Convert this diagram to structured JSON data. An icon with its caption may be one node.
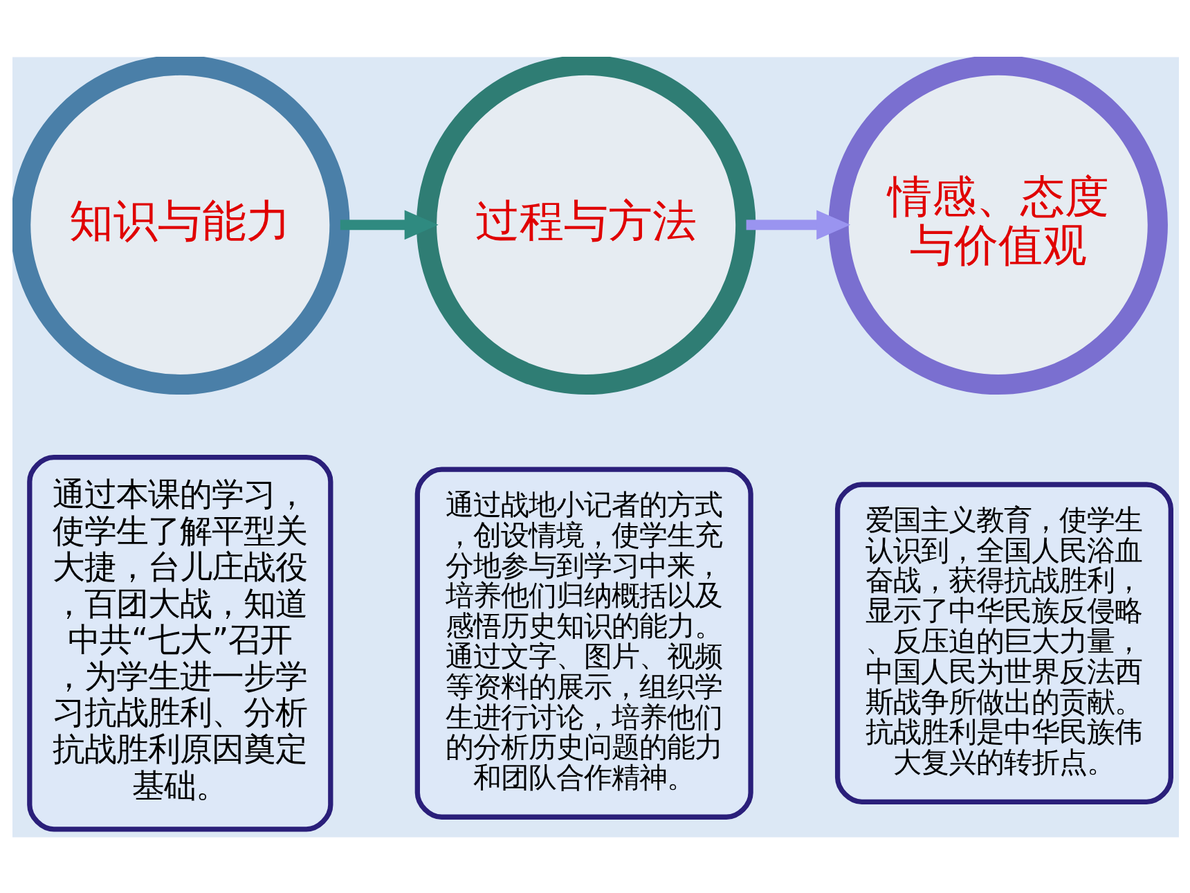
{
  "diagram": {
    "nodes": [
      {
        "text": [
          "知识与能力"
        ]
      },
      {
        "text": [
          "过程与方法"
        ]
      },
      {
        "text": [
          "情感、态度与价值观"
        ]
      },
      {
        "text": [
          "通过本课的学习，使学生了解平型关大捷，台儿庄战役，百团大战，知道中共“七大”召开，为学生进一步学习抗战胜利、分析抗战胜利原因奠定基础。"
        ]
      },
      {
        "text": [
          "通过战地小记者的方式，创设情境，使学生充分地参与到学习中来，培养他们归纳概括以及感悟历史知识的能力。通过文字、图片、视频等资料的展示，组织学生进行讨论，培养他们的分析历史问题的能力和团队合作精神。"
        ]
      },
      {
        "text": [
          "爱国主义教育，使学生认识到，全国人民浴血奋战，获得抗战胜利，显示了中华民族反侵略、反压迫的巨大力量，中国人民为世界反法西斯战争所做出的贡献。抗战胜利是中华民族伟大复兴的转折点。"
        ]
      }
    ],
    "edges": [
      {
        "from": 0,
        "to": 1,
        "arrow": "to",
        "color": "#2f8a80"
      },
      {
        "from": 1,
        "to": 2,
        "arrow": "to",
        "color": "#9a94f0"
      }
    ]
  }
}
